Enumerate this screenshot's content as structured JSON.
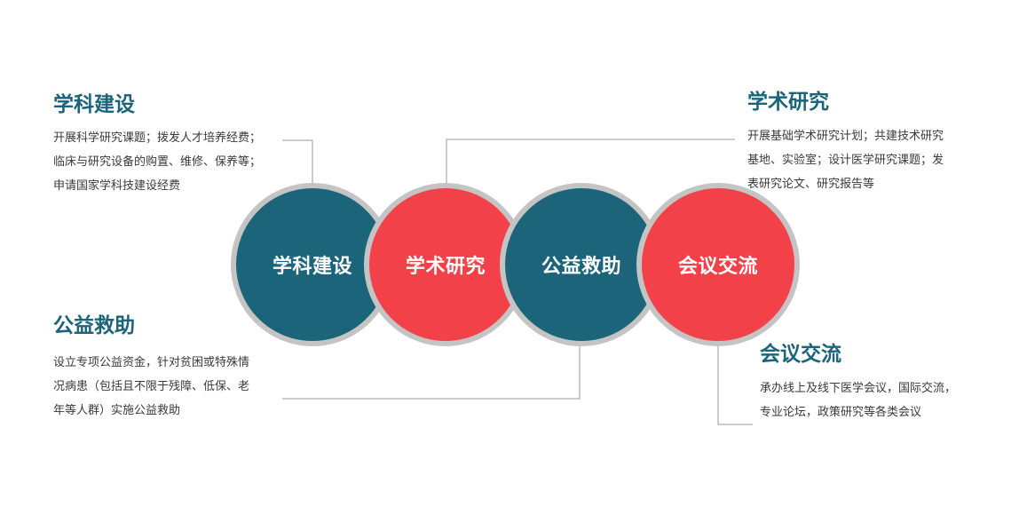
{
  "nodes": [
    {
      "id": "xueke",
      "label": "学科建设",
      "color": "#1c6479"
    },
    {
      "id": "xueshu",
      "label": "学术研究",
      "color": "#f24149"
    },
    {
      "id": "gongyi",
      "label": "公益救助",
      "color": "#1c6479"
    },
    {
      "id": "huiyi",
      "label": "会议交流",
      "color": "#f24149"
    }
  ],
  "callouts": {
    "xueke": {
      "title": "学科建设",
      "lines": [
        "开展科学研究课题；拨发人才培养经费；",
        "临床与研究设备的购置、维修、保养等；",
        "申请国家学科技建设经费"
      ]
    },
    "xueshu": {
      "title": "学术研究",
      "lines": [
        "开展基础学术研究计划；共建技术研究",
        "基地、实验室；设计医学研究课题；发",
        "表研究论文、研究报告等"
      ]
    },
    "gongyi": {
      "title": "公益救助",
      "lines": [
        "设立专项公益资金，针对贫困或特殊情",
        "况病患（包括且不限于残障、低保、老",
        "年等人群）实施公益救助"
      ]
    },
    "huiyi": {
      "title": "会议交流",
      "lines": [
        "承办线上及线下医学会议，国际交流，",
        "专业论坛，政策研究等各类会议"
      ]
    }
  },
  "colors": {
    "connector": "#999999",
    "ring": "#c4c4c4",
    "heading": "#1c6479"
  }
}
